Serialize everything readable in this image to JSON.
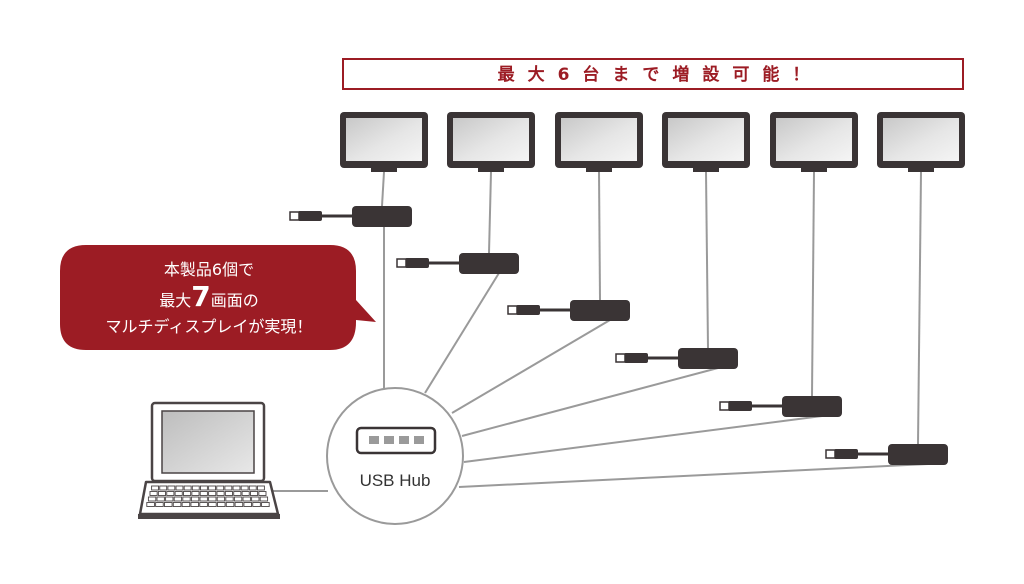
{
  "banner": {
    "text": "最大6台まで増設可能！"
  },
  "bubble": {
    "line1": "本製品6個で",
    "line2_pre": "最大",
    "line2_num": "7",
    "line2_post": "画面の",
    "line3": "マルチディスプレイが実現！"
  },
  "hub": {
    "label": "USB Hub"
  },
  "icons": {
    "monitor": "monitor-icon",
    "adapter": "usb-display-adapter-icon",
    "laptop": "laptop-icon",
    "hub": "usb-hub-icon"
  },
  "colors": {
    "accent": "#9c1c24",
    "device": "#3a3435",
    "screen": "#d4d4d4",
    "line": "#9a9a9a"
  }
}
